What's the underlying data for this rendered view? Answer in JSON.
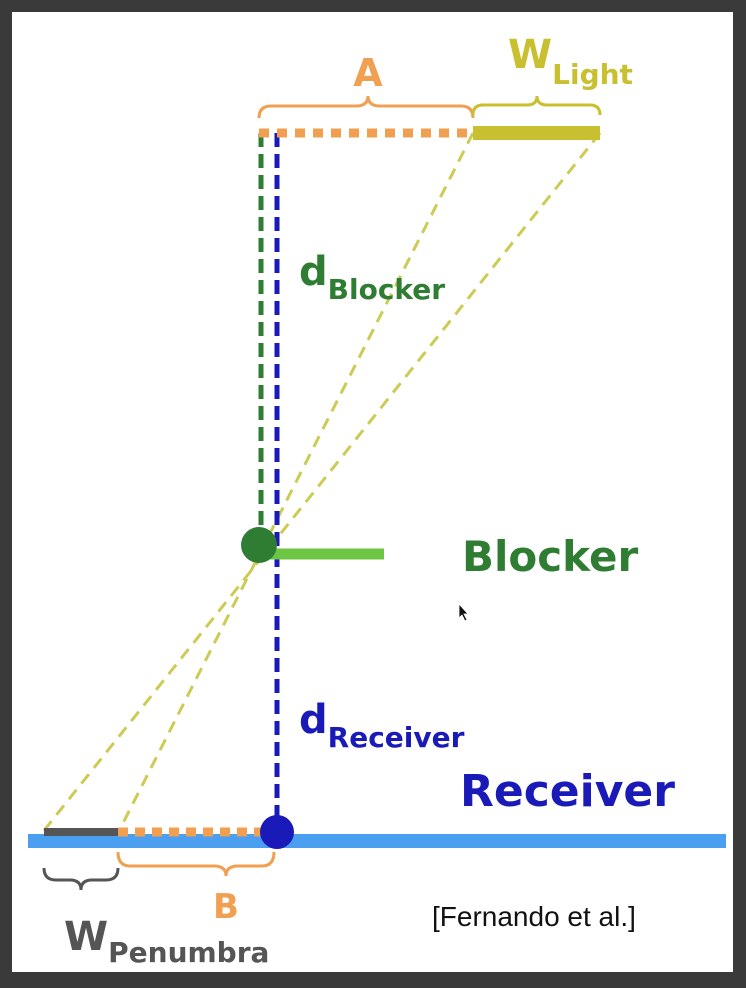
{
  "labels": {
    "a": "A",
    "b": "B",
    "w_light": "W",
    "w_light_sub": "Light",
    "d_blocker": "d",
    "d_blocker_sub": "Blocker",
    "blocker": "Blocker",
    "d_receiver": "d",
    "d_receiver_sub": "Receiver",
    "receiver": "Receiver",
    "w_penumbra": "W",
    "w_penumbra_sub": "Penumbra",
    "citation": "[Fernando et al.]"
  },
  "colors": {
    "orange": "#f0a050",
    "light_yellow": "#c8c030",
    "dash_yellow": "#cccc55",
    "dark_green": "#2e7d32",
    "green": "#6cc644",
    "blue": "#1a1ab8",
    "receiver_blue": "#4a9ff0",
    "gray": "#555555",
    "background_frame": "#3a3a3a"
  }
}
